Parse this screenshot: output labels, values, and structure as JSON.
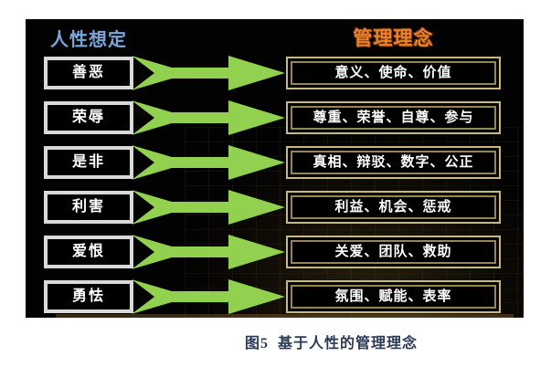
{
  "figure": {
    "left_header": "人性想定",
    "right_header": "管理理念",
    "rows": [
      {
        "trait": "善恶",
        "concept": "意义、使命、价值"
      },
      {
        "trait": "荣辱",
        "concept": "尊重、荣誉、自尊、参与"
      },
      {
        "trait": "是非",
        "concept": "真相、辩驳、数字、公正"
      },
      {
        "trait": "利害",
        "concept": "利益、机会、惩戒"
      },
      {
        "trait": "爱恨",
        "concept": "关爱、团队、救助"
      },
      {
        "trait": "勇怯",
        "concept": "氛围、赋能、表率"
      }
    ],
    "caption": "图5 基于人性的管理理念"
  },
  "colors": {
    "arrow": "#92d050",
    "left_box_border": "#d9d9d9",
    "right_box_border": "#c8ba79",
    "right_box_border_inner": "#97874b",
    "left_header": "#7aa6d9",
    "right_header": "#e9832b",
    "caption": "#2b3a55",
    "slide_background": "#020202",
    "box_background": "#000000",
    "box_text": "#ffffff",
    "page_background": "#ffffff"
  }
}
